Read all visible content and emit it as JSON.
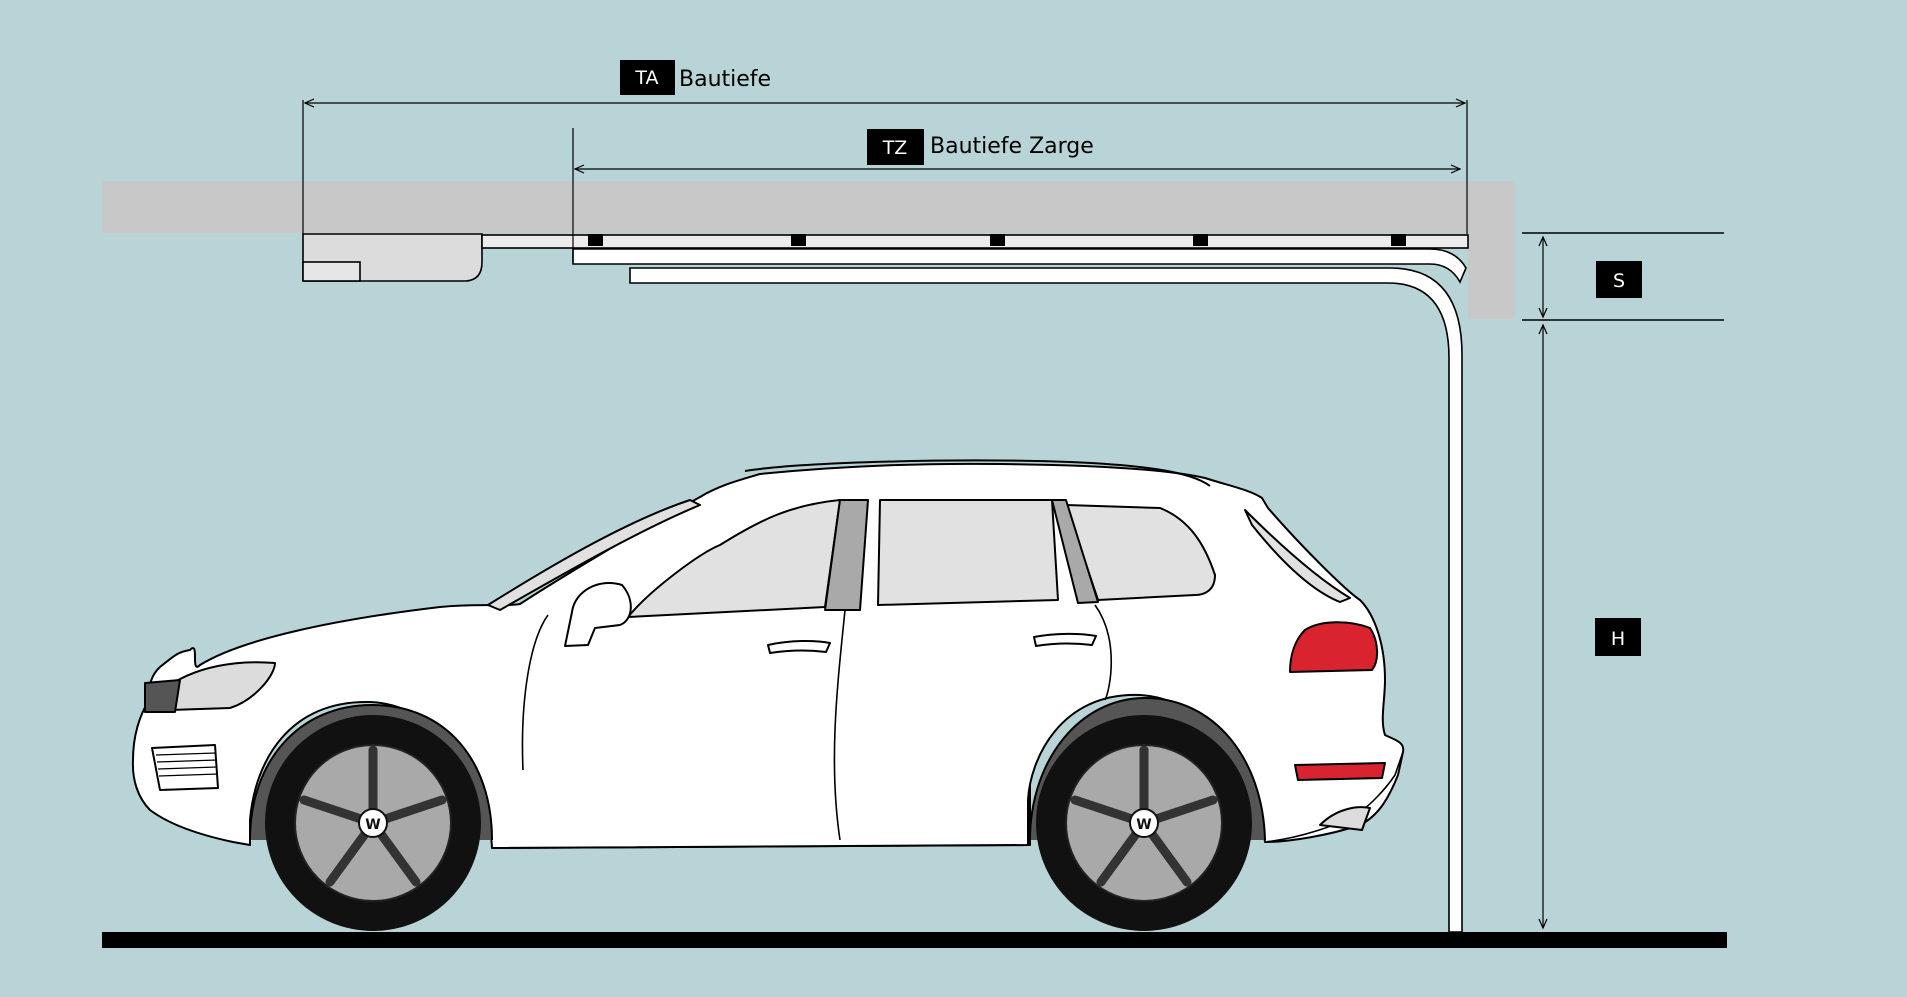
{
  "labels": {
    "ta_badge": "TA",
    "ta_text": "Bautiefe",
    "tz_badge": "TZ",
    "tz_text": "Bautiefe Zarge",
    "s_badge": "S",
    "h_badge": "H"
  },
  "colors": {
    "background": "#b9d4d7",
    "ceiling": "#c8c8c8",
    "badge": "#000000",
    "badge_text": "#ffffff",
    "car_body": "#ffffff",
    "car_glass": "#e1e1e1",
    "car_trim": "#a9a9a9",
    "tail_light": "#d9232f"
  },
  "icons": {
    "wheel_logo": "vw-logo-icon"
  }
}
